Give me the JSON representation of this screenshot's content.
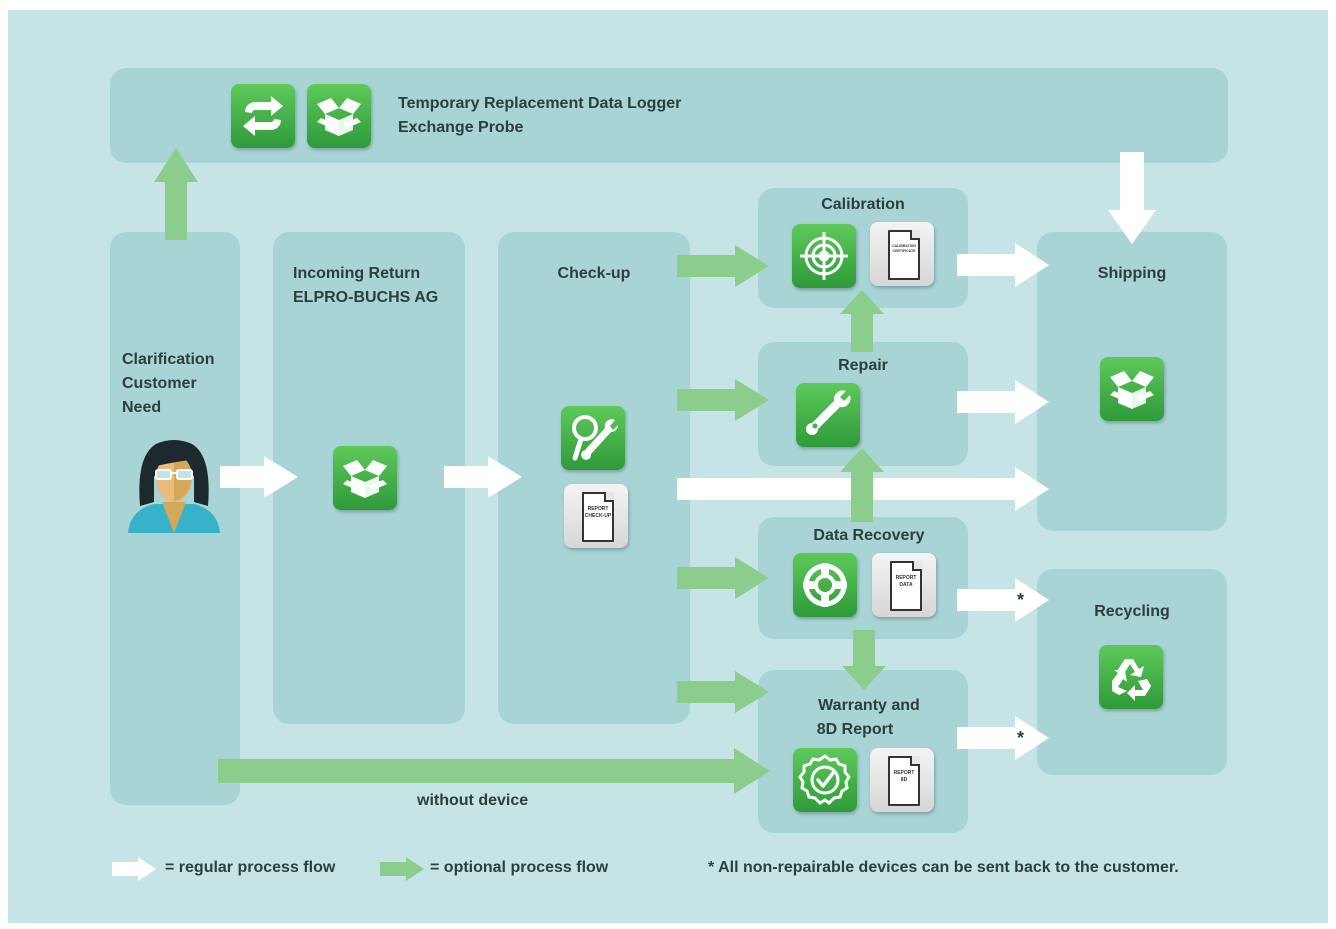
{
  "top_bar": {
    "line1": "Temporary Replacement Data Logger",
    "line2": "Exchange Probe"
  },
  "clarification": {
    "line1": "Clarification",
    "line2": "Customer",
    "line3": "Need"
  },
  "incoming": {
    "line1": "Incoming Return",
    "line2": "ELPRO-BUCHS AG"
  },
  "checkup": {
    "title": "Check-up",
    "doc_line1": "REPORT",
    "doc_line2": "CHECK-UP"
  },
  "calibration": {
    "title": "Calibration",
    "doc_line1": "CALIBRATION",
    "doc_line2": "CERTIFICATE"
  },
  "repair": {
    "title": "Repair"
  },
  "data_recovery": {
    "title": "Data Recovery",
    "doc_line1": "REPORT",
    "doc_line2": "DATA"
  },
  "warranty": {
    "line1": "Warranty and",
    "line2": "8D Report",
    "doc_line1": "REPORT",
    "doc_line2": "8D"
  },
  "shipping": {
    "title": "Shipping"
  },
  "recycling": {
    "title": "Recycling"
  },
  "without_device": "without device",
  "asterisk": "*",
  "legend": {
    "regular": "= regular process flow",
    "optional": "= optional process flow",
    "note": "* All non-repairable devices can be sent back to the customer."
  },
  "colors": {
    "background": "#c6e4e5",
    "box": "#a8d4d5",
    "icon_green": "#3fae45",
    "optional_arrow": "#8ccc8c",
    "regular_arrow": "#ffffff"
  },
  "icons": [
    "exchange-icon",
    "open-box-icon",
    "customer-avatar",
    "magnifier-wrench-icon",
    "target-icon",
    "wrench-icon",
    "lifebuoy-icon",
    "certified-badge-icon",
    "recycle-icon"
  ]
}
